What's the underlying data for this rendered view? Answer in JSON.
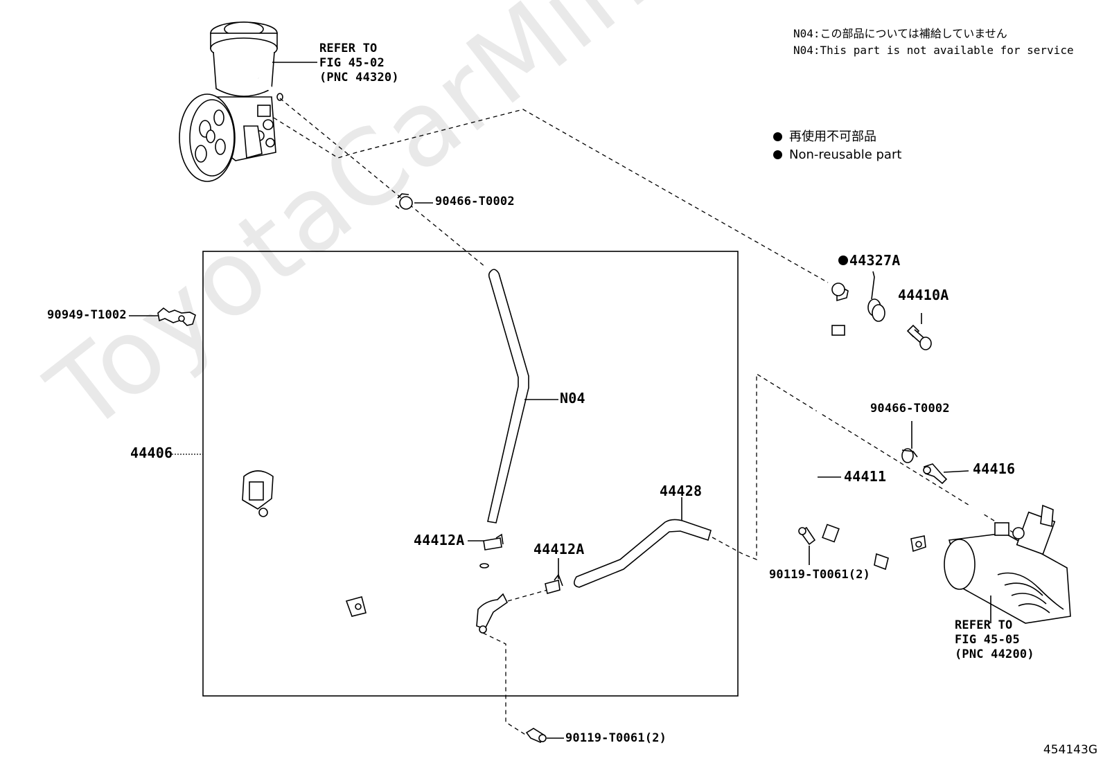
{
  "watermark": "ToyotaCarMine.ru",
  "figure_id": "454143G",
  "notes": {
    "n04_jp": "N04:この部品については補給していません",
    "n04_en": "N04:This part is not available for service"
  },
  "legend": {
    "jp": "再使用不可部品",
    "en": "Non-reusable part"
  },
  "labels": {
    "refer_pump": [
      "REFER TO",
      "FIG 45-02",
      "(PNC 44320)"
    ],
    "refer_gear": [
      "REFER TO",
      "FIG 45-05",
      "(PNC 44200)"
    ],
    "clamp_top": "90466-T0002",
    "clamp_right": "90466-T0002",
    "bracket": "90949-T1002",
    "assembly": "44406",
    "hose_n04": "N04",
    "clamp_a1": "44412A",
    "clamp_a2": "44412A",
    "hose_44428": "44428",
    "gasket": "44327A",
    "union_bolt": "44410A",
    "tube_44411": "44411",
    "union_44416": "44416",
    "bolt_right": "90119-T0061(2)",
    "bolt_bottom": "90119-T0061(2)"
  }
}
